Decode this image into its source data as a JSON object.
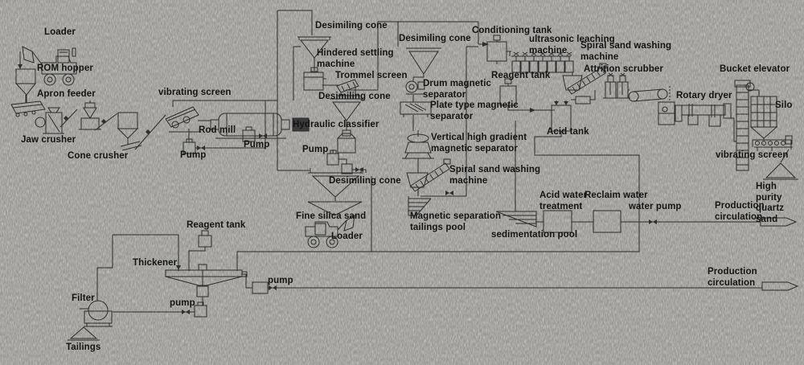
{
  "page": {
    "paper_color": "#e9e8e4",
    "ink_color": "#2b2b2b",
    "subject": "quartz sand processing flowsheet"
  },
  "icons": [
    "loader-icon",
    "rom-hopper-icon",
    "apron-feeder-icon",
    "jaw-crusher-icon",
    "cone-crusher-icon",
    "surge-hopper-icon",
    "vibrating-screen-icon",
    "rod-mill-icon",
    "pump-icon",
    "desimiling-cone-icon",
    "hindered-settling-machine-icon",
    "trommel-screen-icon",
    "hydraulic-classifier-icon",
    "drum-magnetic-separator-icon",
    "plate-magnetic-separator-icon",
    "vhg-magnetic-separator-icon",
    "spiral-sand-washer-icon",
    "tailings-pool-icon",
    "conditioning-tank-icon",
    "ultrasonic-leaching-icon",
    "reagent-tank-icon",
    "acid-tank-icon",
    "attrition-scrubber-icon",
    "belt-conveyor-icon",
    "rotary-dryer-icon",
    "bucket-elevator-icon",
    "silo-icon",
    "stockpile-triangle-icon",
    "thickener-icon",
    "filter-icon",
    "treatment-box-icon",
    "sedimentation-pool-icon",
    "flow-arrow-icon",
    "valve-icon"
  ],
  "labels": [
    {
      "id": "loader-1",
      "text": "Loader"
    },
    {
      "id": "rom-hopper",
      "text": "ROM hopper"
    },
    {
      "id": "apron-feeder",
      "text": "Apron feeder"
    },
    {
      "id": "jaw-crusher",
      "text": "Jaw crusher"
    },
    {
      "id": "cone-crusher",
      "text": "Cone crusher"
    },
    {
      "id": "vibrating-screen-1",
      "text": "vibrating screen"
    },
    {
      "id": "rod-mill",
      "text": "Rod mill"
    },
    {
      "id": "pump-1",
      "text": "Pump"
    },
    {
      "id": "pump-2",
      "text": "Pump"
    },
    {
      "id": "desimiling-cone-1",
      "text": "Desimiling cone"
    },
    {
      "id": "hindered-settling-machine",
      "text": "Hindered settling\nmachine"
    },
    {
      "id": "trommel-screen",
      "text": "Trommel screen"
    },
    {
      "id": "desimiling-cone-2",
      "text": "Desimiling cone"
    },
    {
      "id": "hydraulic-classifier",
      "text": "Hydraulic classifier"
    },
    {
      "id": "pump-3",
      "text": "Pump"
    },
    {
      "id": "desimiling-cone-3",
      "text": "Desimiling cone"
    },
    {
      "id": "fine-silica-sand",
      "text": "Fine silica sand"
    },
    {
      "id": "loader-2",
      "text": "Loader"
    },
    {
      "id": "desimiling-cone-4",
      "text": "Desimiling cone"
    },
    {
      "id": "drum-magnetic-separator",
      "text": "Drum magnetic\nseparator"
    },
    {
      "id": "plate-magnetic-separator",
      "text": "Plate type magnetic\nseparator"
    },
    {
      "id": "vhg-magnetic-separator",
      "text": "Vertical high gradient\nmagnetic separator"
    },
    {
      "id": "spiral-washer-2",
      "text": "Spiral sand washing\nmachine"
    },
    {
      "id": "magnetic-tailings-pool",
      "text": "Magnetic separation\ntailings pool"
    },
    {
      "id": "conditioning-tank",
      "text": "Conditioning tank"
    },
    {
      "id": "ultrasonic-leaching",
      "text": "ultrasonic leaching\nmachine"
    },
    {
      "id": "spiral-washer-1",
      "text": "Spiral sand washing\nmachine"
    },
    {
      "id": "reagent-tank-1",
      "text": "Reagent tank"
    },
    {
      "id": "acid-tank",
      "text": "Acid tank"
    },
    {
      "id": "attrition-scrubber",
      "text": "Attrition scrubber"
    },
    {
      "id": "bucket-elevator",
      "text": "Bucket elevator"
    },
    {
      "id": "rotary-dryer",
      "text": "Rotary dryer"
    },
    {
      "id": "silo",
      "text": "Silo"
    },
    {
      "id": "vibrating-screen-2",
      "text": "vibrating screen"
    },
    {
      "id": "high-purity-quartz-sand",
      "text": "High purity\nquartz sand"
    },
    {
      "id": "production-circulation-1",
      "text": "Production circulation"
    },
    {
      "id": "water-pump",
      "text": "water pump"
    },
    {
      "id": "acid-water-treatment",
      "text": "Acid water\ntreatment"
    },
    {
      "id": "reclaim-water",
      "text": "Reclaim water"
    },
    {
      "id": "sedimentation-pool",
      "text": "sedimentation pool"
    },
    {
      "id": "reagent-tank-2",
      "text": "Reagent tank"
    },
    {
      "id": "thickener",
      "text": "Thickener"
    },
    {
      "id": "pump-4",
      "text": "pump"
    },
    {
      "id": "pump-5",
      "text": "pump"
    },
    {
      "id": "filter",
      "text": "Filter"
    },
    {
      "id": "tailings",
      "text": "Tailings"
    },
    {
      "id": "production-circulation-2",
      "text": "Production circulation"
    }
  ]
}
